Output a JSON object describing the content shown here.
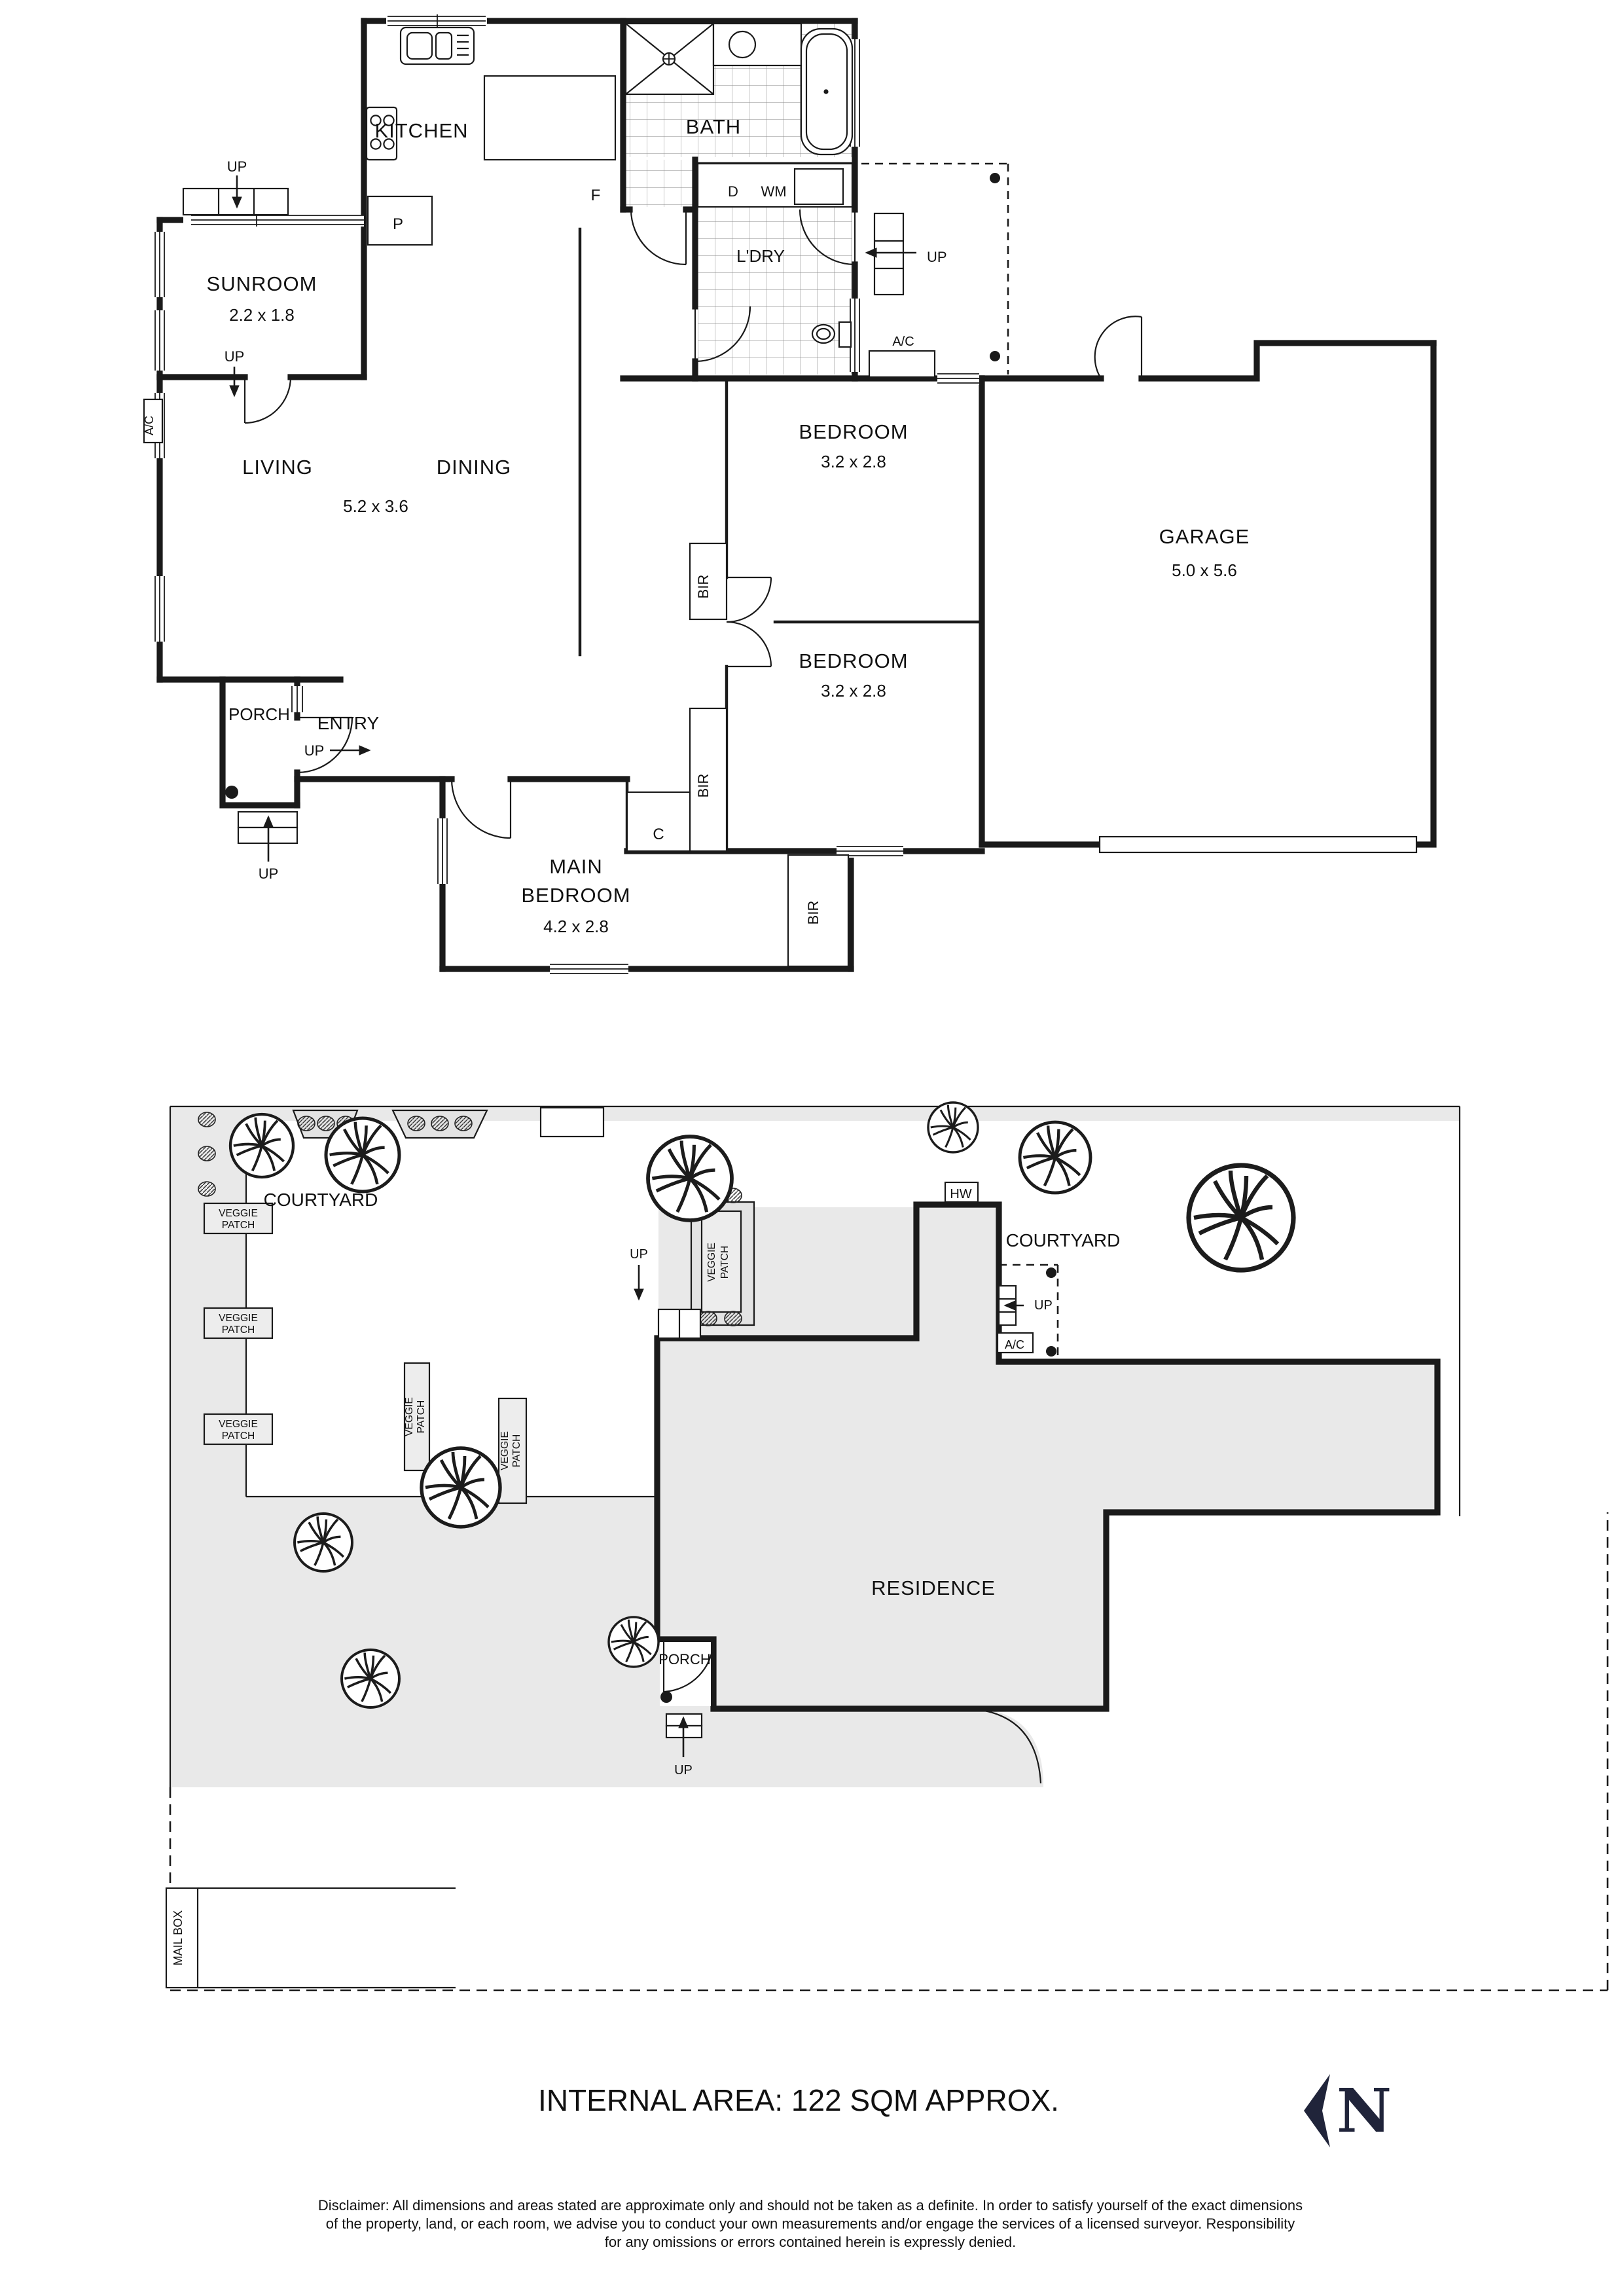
{
  "colors": {
    "wall": "#1a1a1a",
    "land_gray": "#e9e9e9",
    "north_navy": "#20243a"
  },
  "fp": {
    "kitchen": "KITCHEN",
    "bath": "BATH",
    "ldry": "L'DRY",
    "sunroom": "SUNROOM",
    "sunroom_dims": "2.2 x 1.8",
    "living": "LIVING",
    "dining": "DINING",
    "living_dims": "5.2 x 3.6",
    "bedroom": "BEDROOM",
    "bedroom_dims": "3.2 x 2.8",
    "main1": "MAIN",
    "main2": "BEDROOM",
    "main_dims": "4.2 x 2.8",
    "garage": "GARAGE",
    "garage_dims": "5.0 x 5.6",
    "porch": "PORCH",
    "entry": "ENTRY",
    "up": "UP",
    "bir": "BIR",
    "ac": "A/C",
    "c": "C",
    "p": "P",
    "f": "F",
    "d": "D",
    "wm": "WM"
  },
  "site": {
    "courtyard": "COURTYARD",
    "residence": "RESIDENCE",
    "porch": "PORCH",
    "veggie": "VEGGIE",
    "patch": "PATCH",
    "hw": "HW",
    "ac": "A/C",
    "up": "UP",
    "mailbox": "MAIL BOX"
  },
  "footer": {
    "internal_area": "INTERNAL AREA: 122 SQM APPROX.",
    "north": "N"
  },
  "disclaimer": {
    "line1": "Disclaimer: All dimensions and areas stated are approximate only and should not be taken as a definite. In order to satisfy yourself of the exact dimensions",
    "line2": "of the property, land, or each room, we advise you to conduct your own measurements and/or engage the services of a licensed surveyor. Responsibility",
    "line3": "for any omissions or errors contained herein is expressly denied."
  }
}
